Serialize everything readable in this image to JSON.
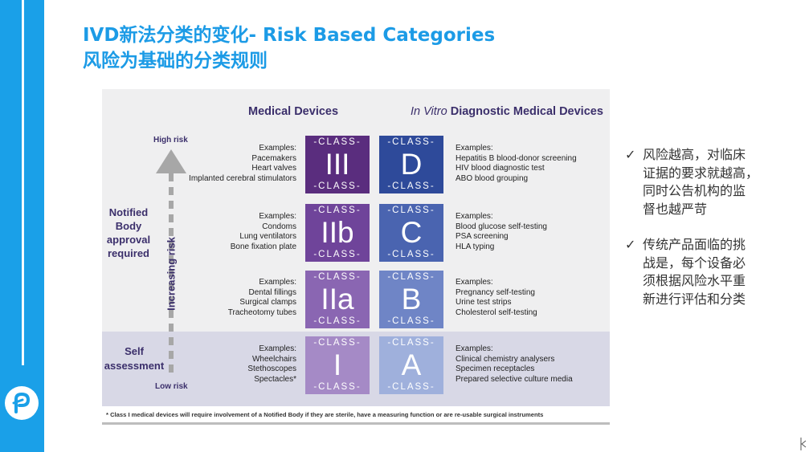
{
  "slide": {
    "title_line1": "IVD新法分类的变化- Risk Based Categories",
    "title_line2": "风险为基础的分类规则"
  },
  "brand": {
    "sidebar_color": "#1aa0e8",
    "title_color": "#1c9be6",
    "logo_icon": "brand-logo-icon"
  },
  "figure": {
    "header_medical": "Medical Devices",
    "header_ivd_italic": "In Vitro",
    "header_ivd_rest": " Diagnostic Medical Devices",
    "high_risk": "High risk",
    "low_risk": "Low risk",
    "increasing_risk": "Increasing risk",
    "notified_body": [
      "Notified",
      "Body",
      "approval",
      "required"
    ],
    "self_assessment": [
      "Self",
      "assessment"
    ],
    "class_word": "-CLASS-",
    "rows": [
      {
        "md_class": "III",
        "md_color": "#5a2d7e",
        "ivd_class": "D",
        "ivd_color": "#2e4a9a",
        "md_examples": [
          "Examples:",
          "Pacemakers",
          "Heart valves",
          "Implanted cerebral stimulators"
        ],
        "ivd_examples": [
          "Examples:",
          "Hepatitis B blood-donor screening",
          "HIV blood diagnostic test",
          "ABO blood grouping"
        ]
      },
      {
        "md_class": "IIb",
        "md_color": "#6f449a",
        "ivd_class": "C",
        "ivd_color": "#4a64b0",
        "md_examples": [
          "Examples:",
          "Condoms",
          "Lung ventilators",
          "Bone fixation plate"
        ],
        "ivd_examples": [
          "Examples:",
          "Blood glucose self-testing",
          "PSA screening",
          "HLA typing"
        ]
      },
      {
        "md_class": "IIa",
        "md_color": "#8a66b2",
        "ivd_class": "B",
        "ivd_color": "#6f85c6",
        "md_examples": [
          "Examples:",
          "Dental fillings",
          "Surgical clamps",
          "Tracheotomy tubes"
        ],
        "ivd_examples": [
          "Examples:",
          "Pregnancy self-testing",
          "Urine test strips",
          "Cholesterol self-testing"
        ]
      },
      {
        "md_class": "I",
        "md_color": "#a58ac6",
        "ivd_class": "A",
        "ivd_color": "#9fb0dc",
        "md_examples": [
          "Examples:",
          "Wheelchairs",
          "Stethoscopes",
          "Spectacles*"
        ],
        "ivd_examples": [
          "Examples:",
          "Clinical chemistry analysers",
          "Specimen receptacles",
          "Prepared selective culture media"
        ]
      }
    ],
    "footnote": "* Class I medical devices will require involvement of a Notified Body if they are sterile, have a measuring function or are re-usable surgical instruments"
  },
  "bullets": [
    {
      "mark": "✓",
      "lines": [
        "风险越高，对临床",
        "证据的要求就越高，",
        "同时公告机构的监",
        "督也越严苛"
      ]
    },
    {
      "mark": "✓",
      "lines": [
        "传统产品面临的挑",
        "战是，每个设备必",
        "须根据风险水平重",
        "新进行评估和分类"
      ]
    }
  ]
}
